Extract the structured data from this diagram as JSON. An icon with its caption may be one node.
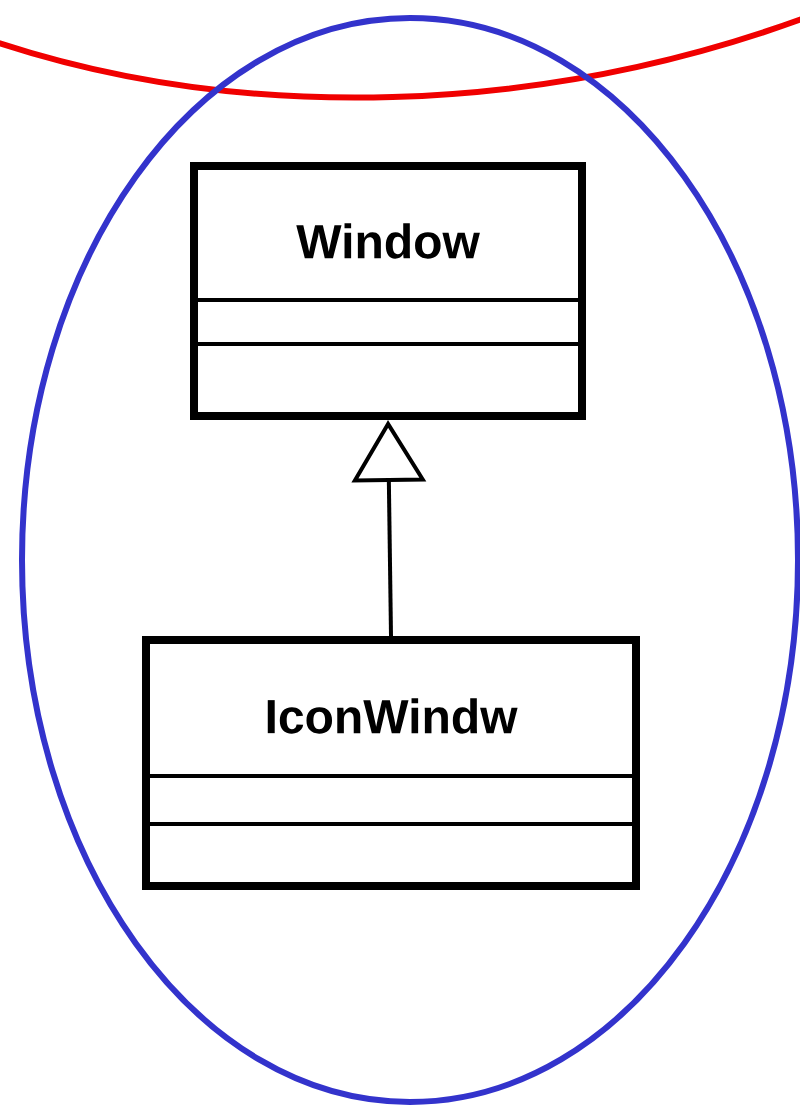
{
  "diagram": {
    "nodes": [
      {
        "text": [
          "Window"
        ]
      },
      {
        "text": [
          "IconWindw"
        ]
      }
    ],
    "edges": [
      {
        "from": 1,
        "to": 0,
        "arrow": "to"
      }
    ]
  }
}
